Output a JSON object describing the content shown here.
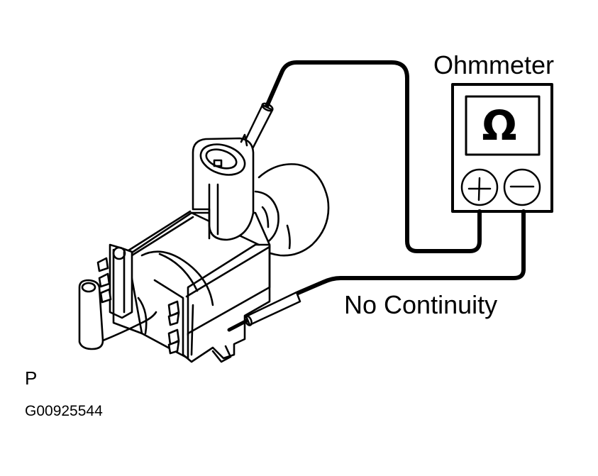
{
  "diagram": {
    "type": "technical-illustration",
    "subject": "Solenoid valve continuity check with ohmmeter",
    "labels": {
      "meter_title": "Ohmmeter",
      "result": "No Continuity",
      "view_letter": "P",
      "figure_id": "G00925544"
    },
    "meter": {
      "display_symbol": "Ω",
      "terminals": [
        {
          "name": "positive",
          "symbol": "+"
        },
        {
          "name": "negative",
          "symbol": "−"
        }
      ]
    },
    "connections": [
      {
        "from": "meter positive terminal",
        "to": "connector terminal (probe)"
      },
      {
        "from": "meter negative terminal",
        "to": "valve body (probe)"
      }
    ],
    "colors": {
      "ink": "#000000",
      "background": "#ffffff"
    }
  }
}
